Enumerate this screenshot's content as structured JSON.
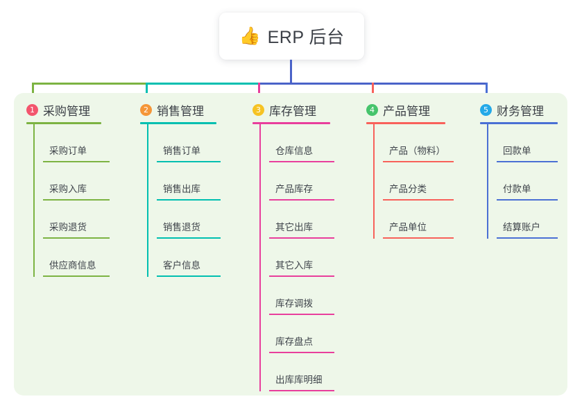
{
  "root": {
    "icon": "thumbs-up-icon",
    "emoji": "👍",
    "title": "ERP 后台"
  },
  "palette": {
    "panel_bg": "#eef7e9",
    "card_bg": "#ffffff",
    "text": "#3b3f46",
    "leaf_text": "#3f444b",
    "root_stem": "#4a63c8",
    "green": "#7cb342",
    "teal": "#00bfb0",
    "magenta": "#e83e9c",
    "salmon": "#f8615a",
    "blue": "#4a6fd4",
    "badge_1": "#f3556d",
    "badge_2": "#f59638",
    "badge_3": "#f6c324",
    "badge_4": "#46c46c",
    "badge_5": "#24a9e8"
  },
  "chart_data": {
    "type": "tree",
    "title": "ERP 后台",
    "branch_count": 5,
    "leaf_total": 20
  },
  "columns": [
    {
      "index": "1",
      "label": "采购管理",
      "badge_color": "#f3556d",
      "line_color": "#7cb342",
      "leaves": [
        "采购订单",
        "采购入库",
        "采购退货",
        "供应商信息"
      ]
    },
    {
      "index": "2",
      "label": "销售管理",
      "badge_color": "#f59638",
      "line_color": "#00bfb0",
      "leaves": [
        "销售订单",
        "销售出库",
        "销售退货",
        "客户信息"
      ]
    },
    {
      "index": "3",
      "label": "库存管理",
      "badge_color": "#f6c324",
      "line_color": "#e83e9c",
      "leaves": [
        "仓库信息",
        "产品库存",
        "其它出库",
        "其它入库",
        "库存调拨",
        "库存盘点",
        "出库库明细"
      ]
    },
    {
      "index": "4",
      "label": "产品管理",
      "badge_color": "#46c46c",
      "line_color": "#f8615a",
      "leaves": [
        "产品（物料）",
        "产品分类",
        "产品单位"
      ]
    },
    {
      "index": "5",
      "label": "财务管理",
      "badge_color": "#24a9e8",
      "line_color": "#4a6fd4",
      "leaves": [
        "回款单",
        "付款单",
        "结算账户"
      ]
    }
  ]
}
